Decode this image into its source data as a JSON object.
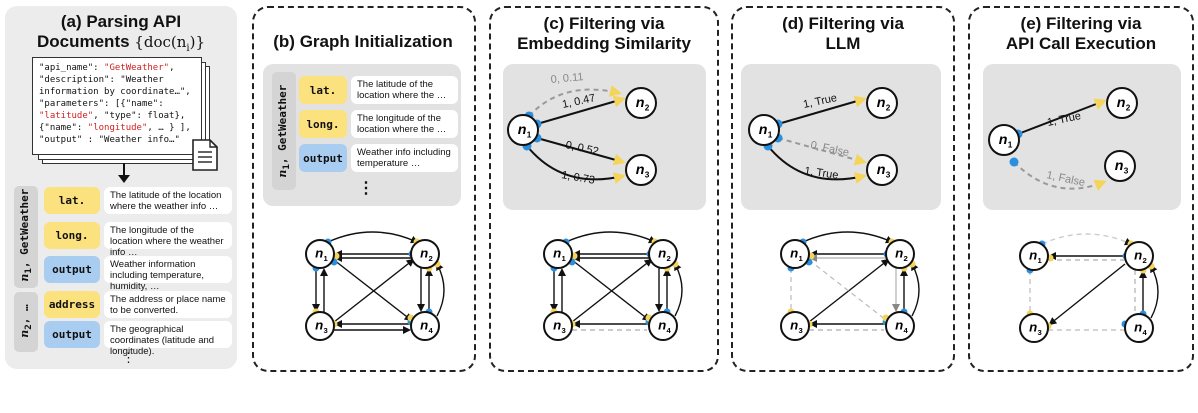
{
  "panel_a": {
    "title_line1": "(a) Parsing API",
    "title_line2": "Documents",
    "title_math": "{doc(n",
    "title_math_sub": "i",
    "title_math_end": ")}",
    "doc_lines": [
      {
        "pre": "\"api_name\": ",
        "hl": "\"GetWeather\"",
        "post": ","
      },
      {
        "pre": "\"description\": \"Weather",
        "hl": "",
        "post": ""
      },
      {
        "pre": "information by coordinate…\",",
        "hl": "",
        "post": ""
      },
      {
        "pre": "\"parameters\": [{\"name\":",
        "hl": "",
        "post": ""
      },
      {
        "pre": "",
        "hl": "\"latitude\"",
        "post": ", \"type\": float},"
      },
      {
        "pre": "{\"name\": ",
        "hl": "\"longitude\"",
        "post": ", … } ],"
      },
      {
        "pre": "\"output\" : \"Weather info…\"",
        "hl": "",
        "post": ""
      }
    ],
    "group1_label": "n",
    "group1_sub": "1",
    "group1_tail": ", GetWeather",
    "group2_label": "n",
    "group2_sub": "2",
    "group2_tail": ", …",
    "rows": [
      {
        "key": "lat.",
        "color": "y",
        "text": "The latitude of the location where the weather info …"
      },
      {
        "key": "long.",
        "color": "y",
        "text": "The longitude of the location where the weather info …"
      },
      {
        "key": "output",
        "color": "b",
        "text": "Weather information including temperature, humidity, …"
      },
      {
        "key": "address",
        "color": "y",
        "text": "The address or place name to be converted."
      },
      {
        "key": "output",
        "color": "b",
        "text": "The geographical coordinates (latitude and longitude)."
      }
    ],
    "ellipsis": "⋮"
  },
  "panel_b": {
    "title": "(b) Graph Initialization",
    "node_label": "n",
    "node_sub": "1",
    "node_tail": ", GetWeather",
    "rows": [
      {
        "key": "lat.",
        "color": "y",
        "text": "The latitude of the location where the …"
      },
      {
        "key": "long.",
        "color": "y",
        "text": "The longitude of the location where the …"
      },
      {
        "key": "output",
        "color": "b",
        "text": "Weather info including temperature …"
      }
    ],
    "ellipsis": "⋮"
  },
  "panel_c": {
    "title_line1": "(c) Filtering via",
    "title_line2": "Embedding Similarity",
    "edges": [
      "0, 0.11",
      "1, 0.47",
      "0, 0.52",
      "1, 0.73"
    ]
  },
  "panel_d": {
    "title_line1": "(d) Filtering via",
    "title_line2": "LLM",
    "edges": [
      "1, True",
      "0, False",
      "1, True"
    ]
  },
  "panel_e": {
    "title_line1": "(e) Filtering via",
    "title_line2": "API Call Execution",
    "edges": [
      "1, True",
      "1, False"
    ]
  },
  "nodes": {
    "n": "n",
    "subs": [
      "1",
      "2",
      "3",
      "4"
    ]
  },
  "colors": {
    "yellow": "#fbe27f",
    "blue": "#a9cdf0",
    "dot_blue": "#2b8fe0",
    "dot_yellow": "#f4d45a",
    "red": "#d02020"
  }
}
